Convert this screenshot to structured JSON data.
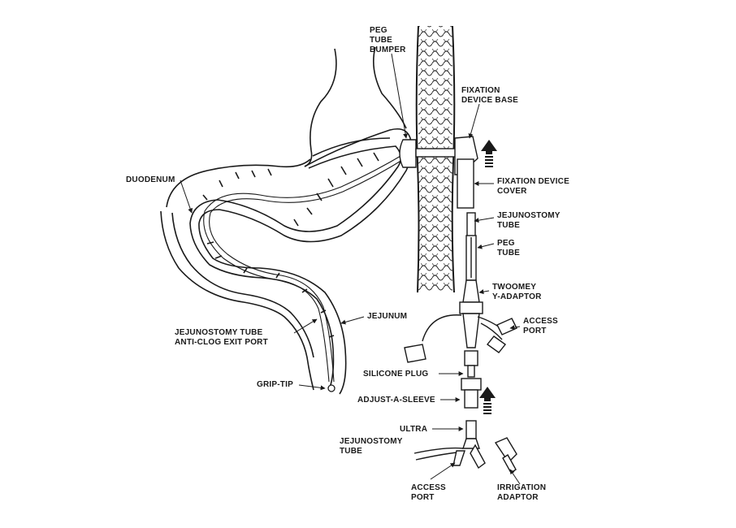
{
  "labels": {
    "peg_bumper": [
      "PEG",
      "TUBE",
      "BUMPER"
    ],
    "fixation_base": [
      "FIXATION",
      "DEVICE BASE"
    ],
    "duodenum": [
      "DUODENUM"
    ],
    "fixation_cover": [
      "FIXATION DEVICE",
      "COVER"
    ],
    "jejunostomy_tube": [
      "JEJUNOSTOMY",
      "TUBE"
    ],
    "peg_tube": [
      "PEG",
      "TUBE"
    ],
    "twoomey": [
      "TWOOMEY",
      "Y-ADAPTOR"
    ],
    "jejunum": [
      "JEJUNUM"
    ],
    "access_port_upper": [
      "ACCESS",
      "PORT"
    ],
    "exit_port": [
      "JEJUNOSTOMY TUBE",
      "ANTI-CLOG EXIT PORT"
    ],
    "silicone_plug": [
      "SILICONE PLUG"
    ],
    "grip_tip": [
      "GRIP-TIP"
    ],
    "adjust_sleeve": [
      "ADJUST-A-SLEEVE"
    ],
    "ultra": [
      "ULTRA"
    ],
    "ultra_tube": [
      "JEJUNOSTOMY",
      "TUBE"
    ],
    "access_port_lower": [
      "ACCESS",
      "PORT"
    ],
    "irrigation": [
      "IRRIGATION",
      "ADAPTOR"
    ]
  },
  "colors": {
    "ink": "#1a1a1a",
    "paper": "#ffffff"
  }
}
